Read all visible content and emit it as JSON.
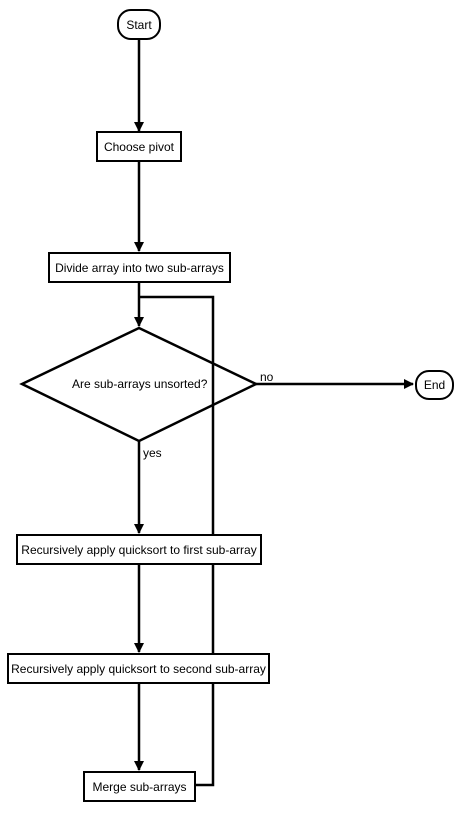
{
  "diagram": {
    "nodes": {
      "start": "Start",
      "choose_pivot": "Choose pivot",
      "divide": "Divide array into two sub-arrays",
      "decision": "Are sub-arrays unsorted?",
      "end": "End",
      "recurse_first": "Recursively apply quicksort to first sub-array",
      "recurse_second": "Recursively apply quicksort to second sub-array",
      "merge": "Merge sub-arrays"
    },
    "edge_labels": {
      "no": "no",
      "yes": "yes"
    }
  },
  "colors": {
    "stroke": "#000000",
    "background": "#ffffff"
  }
}
